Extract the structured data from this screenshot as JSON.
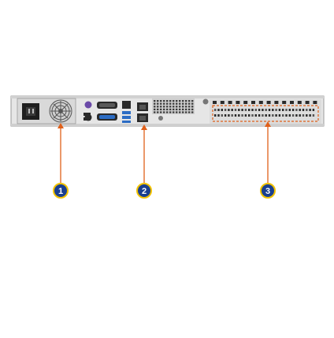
{
  "diagram": {
    "subject": "server-rear-panel",
    "colors": {
      "chassis": "#e6e6e6",
      "chassis_edge": "#9a9a9a",
      "port_dark": "#2a2a2a",
      "usb_blue": "#2b6cc4",
      "leader_line": "#e0601a",
      "callout_fill": "#1a3f8f",
      "callout_ring": "#f2c200",
      "callout_text": "#ffffff",
      "highlight_box": "#e0601a"
    },
    "callouts": [
      {
        "id": "callout-1",
        "label": "1",
        "target": "power-supply"
      },
      {
        "id": "callout-2",
        "label": "2",
        "target": "lan-ports"
      },
      {
        "id": "callout-3",
        "label": "3",
        "target": "expansion-slot"
      }
    ],
    "components": {
      "power_supply": {
        "icon": "power-socket-icon",
        "fan_icon": "fan-icon"
      },
      "io_ports": [
        "ps2-port-icon",
        "vga-port-icon",
        "usb-port-icon",
        "lan-port-icon"
      ],
      "vent": {
        "icon": "vent-grille-icon"
      },
      "expansion": {
        "icon": "expansion-slot-icon"
      }
    }
  }
}
